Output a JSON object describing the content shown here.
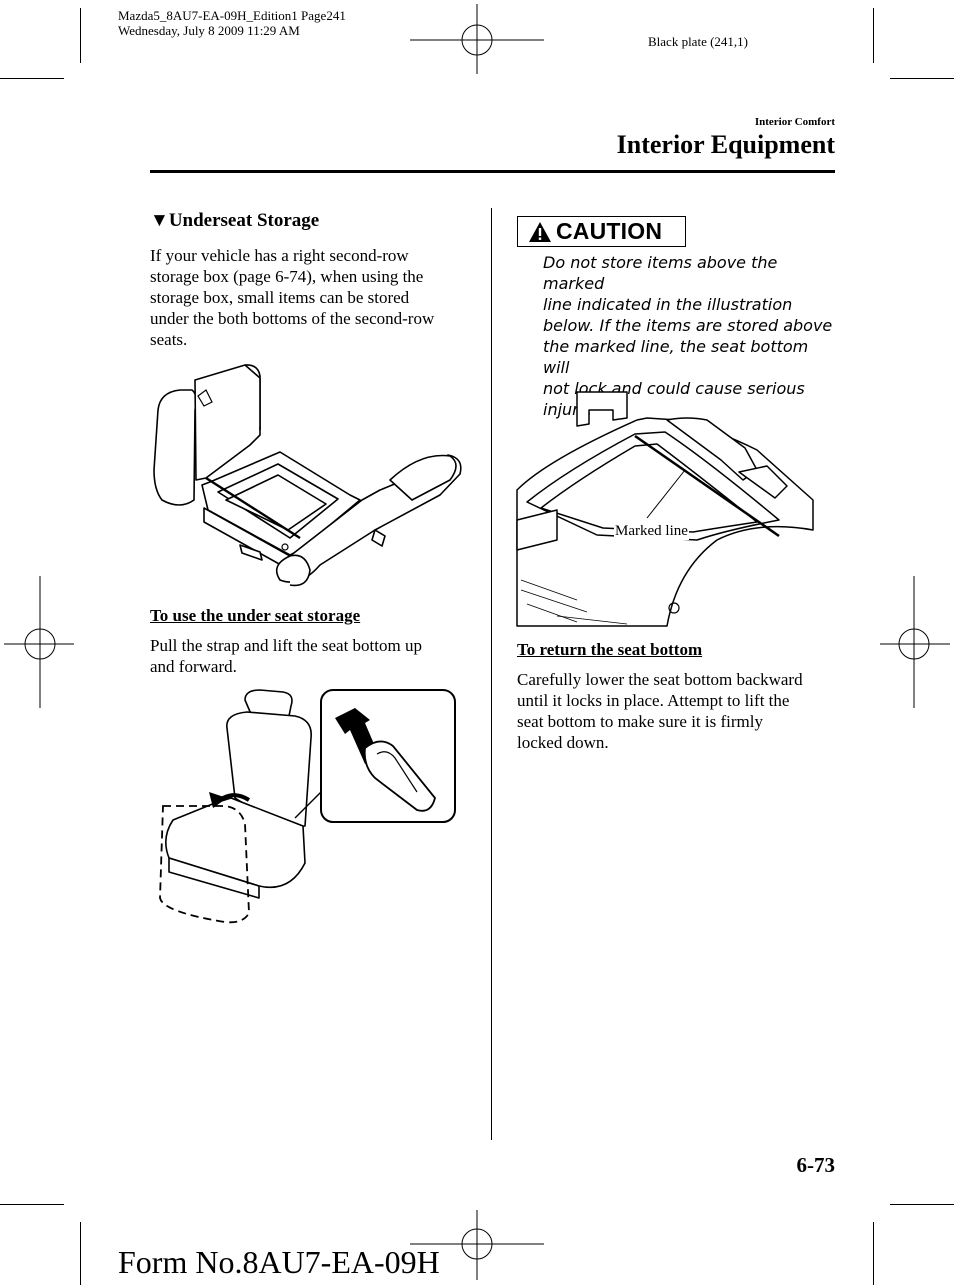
{
  "print_info": {
    "line1": "Mazda5_8AU7-EA-09H_Edition1 Page241",
    "line2": "Wednesday, July 8 2009 11:29 AM"
  },
  "plate": "Black plate (241,1)",
  "header": {
    "section": "Interior Comfort",
    "title": "Interior Equipment"
  },
  "left_column": {
    "heading_marker": "▼",
    "heading": "Underseat Storage",
    "intro_lines": [
      "If your vehicle has a right second-row",
      "storage box (page 6-74), when using the",
      "storage box, small items can be stored",
      "under the both bottoms of the second-row",
      "seats."
    ],
    "sub_heading": "To use the under seat storage",
    "use_lines": [
      "Pull the strap and lift the seat bottom up",
      "and forward."
    ]
  },
  "right_column": {
    "caution_label": "CAUTION",
    "caution_lines": [
      "Do not store items above the marked",
      "line indicated in the illustration",
      "below. If the items are stored above",
      "the marked line, the seat bottom will",
      "not lock and could cause serious",
      "injury."
    ],
    "illustration_label": "Marked line",
    "sub_heading": "To return the seat bottom",
    "return_lines": [
      "Carefully lower the seat bottom backward",
      "until it locks in place. Attempt to lift the",
      "seat bottom to make sure it is firmly",
      "locked down."
    ]
  },
  "footer": {
    "page_number": "6-73",
    "form_number": "Form No.8AU7-EA-09H"
  }
}
